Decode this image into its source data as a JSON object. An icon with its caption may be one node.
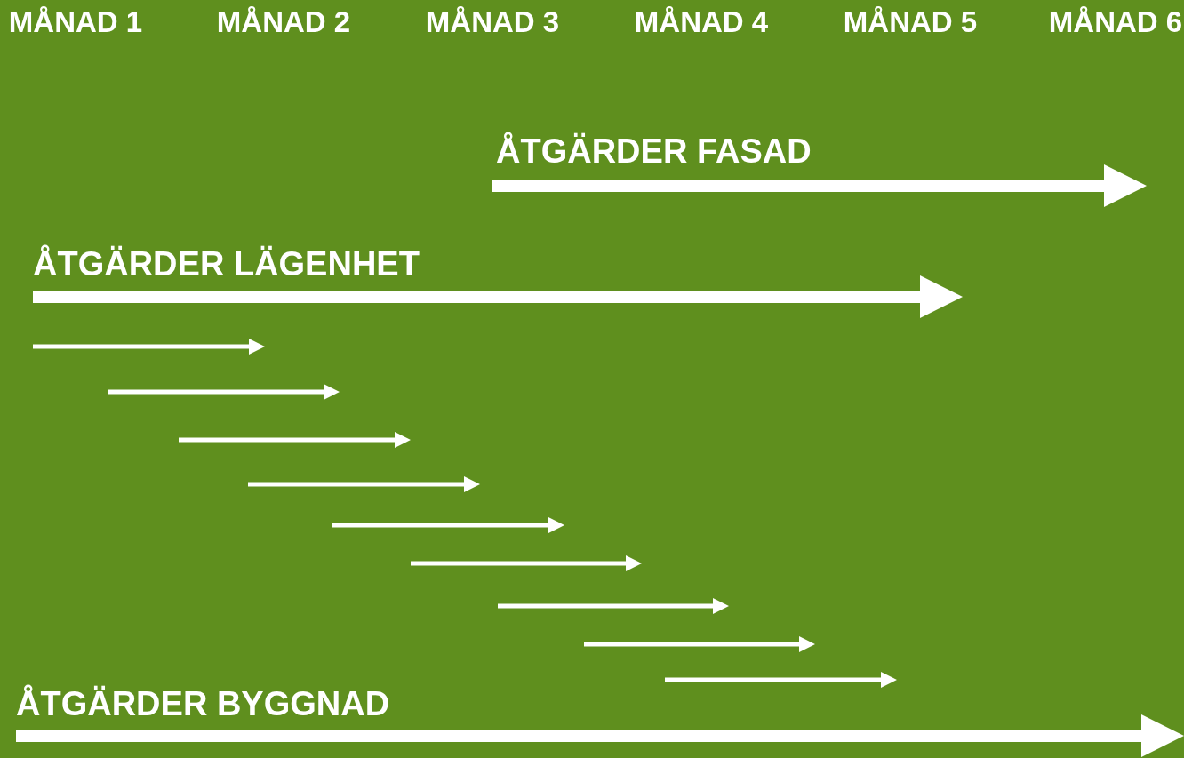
{
  "diagram": {
    "labels": [
      "MÅNAD 1",
      "MÅNAD 2",
      "MÅNAD 3",
      "MÅNAD 4",
      "MÅNAD 5",
      "MÅNAD 6",
      "ÅTGÄRDER FASAD",
      "ÅTGÄRDER LÄGENHET",
      "ÅTGÄRDER BYGGNAD"
    ]
  }
}
